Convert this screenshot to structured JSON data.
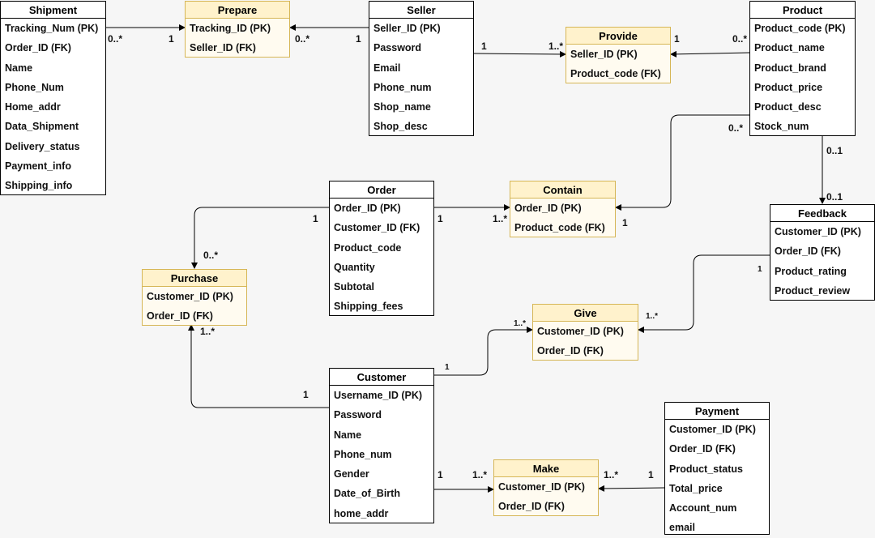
{
  "colors": {
    "background": "#f6f6f6",
    "entity_fill": "#ffffff",
    "entity_border": "#000000",
    "relation_header": "#fff2cc",
    "relation_border": "#d6b656",
    "line": "#000000"
  },
  "entities": {
    "shipment": {
      "title": "Shipment",
      "attrs": [
        "Tracking_Num (PK)",
        "Order_ID (FK)",
        "Name",
        "Phone_Num",
        "Home_addr",
        "Data_Shipment",
        "Delivery_status",
        "Payment_info",
        "Shipping_info"
      ]
    },
    "prepare": {
      "title": "Prepare",
      "attrs": [
        "Tracking_ID (PK)",
        "Seller_ID (FK)"
      ]
    },
    "seller": {
      "title": "Seller",
      "attrs": [
        "Seller_ID (PK)",
        "Password",
        "Email",
        "Phone_num",
        "Shop_name",
        "Shop_desc"
      ]
    },
    "provide": {
      "title": "Provide",
      "attrs": [
        "Seller_ID (PK)",
        "Product_code (FK)"
      ]
    },
    "product": {
      "title": "Product",
      "attrs": [
        "Product_code (PK)",
        "Product_name",
        "Product_brand",
        "Product_price",
        "Product_desc",
        "Stock_num"
      ]
    },
    "order": {
      "title": "Order",
      "attrs": [
        "Order_ID (PK)",
        "Customer_ID (FK)",
        "Product_code",
        "Quantity",
        "Subtotal",
        "Shipping_fees"
      ]
    },
    "contain": {
      "title": "Contain",
      "attrs": [
        "Order_ID (PK)",
        "Product_code (FK)"
      ]
    },
    "feedback": {
      "title": "Feedback",
      "attrs": [
        "Customer_ID (PK)",
        "Order_ID (FK)",
        "Product_rating",
        "Product_review"
      ]
    },
    "purchase": {
      "title": "Purchase",
      "attrs": [
        "Customer_ID (PK)",
        "Order_ID (FK)"
      ]
    },
    "give": {
      "title": "Give",
      "attrs": [
        "Customer_ID (PK)",
        "Order_ID (FK)"
      ]
    },
    "customer": {
      "title": "Customer",
      "attrs": [
        "Username_ID (PK)",
        "Password",
        "Name",
        "Phone_num",
        "Gender",
        "Date_of_Birth",
        "home_addr"
      ]
    },
    "payment": {
      "title": "Payment",
      "attrs": [
        "Customer_ID (PK)",
        "Order_ID (FK)",
        "Product_status",
        "Total_price",
        "Account_num",
        "email"
      ]
    },
    "make": {
      "title": "Make",
      "attrs": [
        "Customer_ID (PK)",
        "Order_ID (FK)"
      ]
    }
  },
  "cardinalities": {
    "shipment_prepare_src": "0..*",
    "shipment_prepare_dst": "1",
    "seller_prepare_dst": "0..*",
    "seller_prepare_src": "1",
    "seller_provide_src": "1",
    "seller_provide_dst": "1..*",
    "product_provide_dst": "1",
    "product_provide_src": "0..*",
    "product_contain_src": "0..*",
    "product_contain_dst": "1",
    "product_feedback_src": "0..1",
    "product_feedback_dst": "0..1",
    "order_contain_src": "1",
    "order_contain_dst": "1..*",
    "order_purchase_src": "1",
    "order_purchase_dst": "0..*",
    "customer_purchase_dst": "1..*",
    "customer_purchase_src": "1",
    "feedback_give_src": "1",
    "feedback_give_dst": "1..*",
    "customer_give_src": "1",
    "customer_give_dst": "1..*",
    "customer_make_src": "1",
    "customer_make_dst": "1..*",
    "payment_make_dst": "1..*",
    "payment_make_src": "1"
  }
}
